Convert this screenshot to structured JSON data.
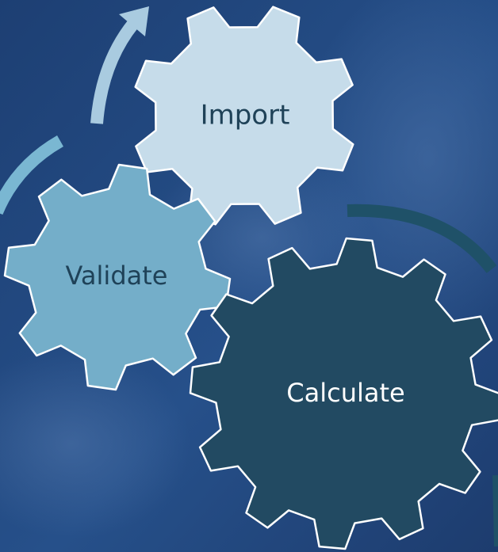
{
  "colors": {
    "background": "#22467a",
    "import_gear": "#c6dcea",
    "validate_gear": "#74aec9",
    "calculate_gear": "#224a62",
    "gear_outline": "#ffffff",
    "arrow_light": "#a9cbe0",
    "arrow_mid": "#7ab7d2",
    "arrow_dark": "#1f5168",
    "dark_text": "#1f4258",
    "light_text": "#ffffff"
  },
  "gears": {
    "import": {
      "label": "Import",
      "teeth": 8
    },
    "validate": {
      "label": "Validate",
      "teeth": 8
    },
    "calculate": {
      "label": "Calculate",
      "teeth": 12
    }
  },
  "arrows": [
    {
      "name": "arrow-to-import",
      "icon": "curved-arrow-icon"
    },
    {
      "name": "arrow-to-validate",
      "icon": "curved-arrow-icon"
    },
    {
      "name": "arrow-to-calculate",
      "icon": "curved-arrow-icon"
    }
  ]
}
